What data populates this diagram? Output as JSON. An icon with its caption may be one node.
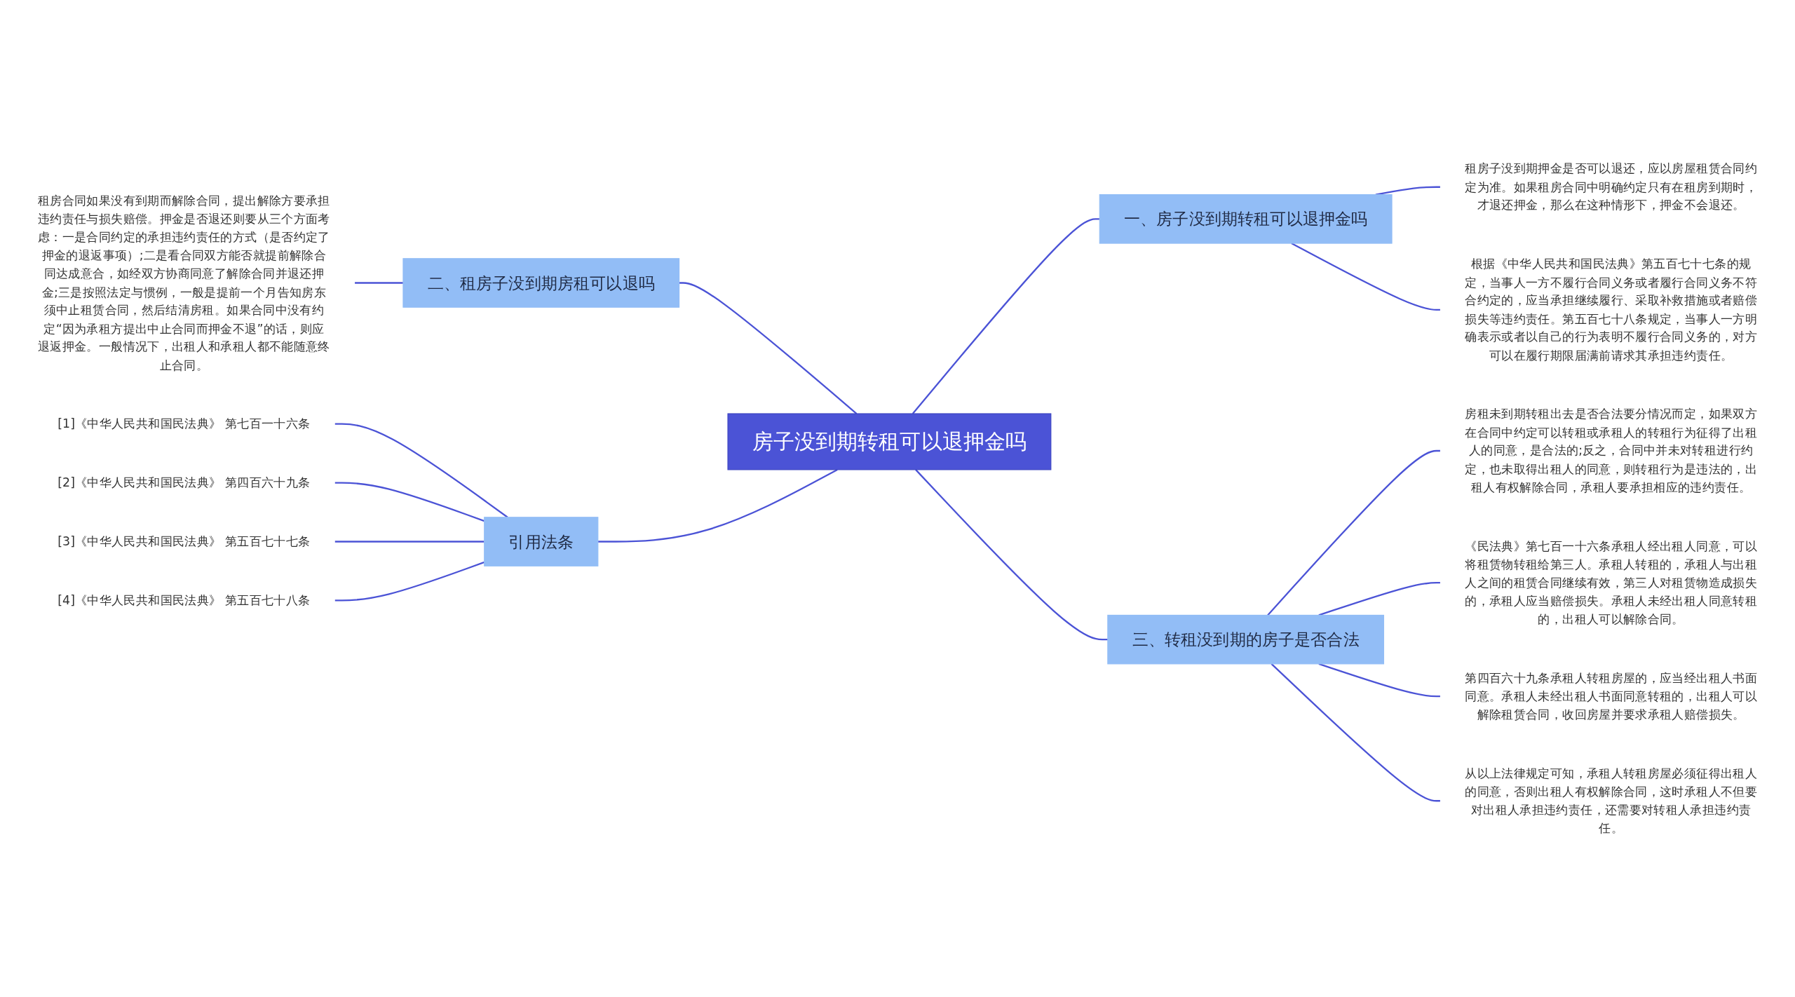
{
  "diagram": {
    "nodes": [
      {
        "text": [
          "房子没到期转租可以退押金吗"
        ]
      },
      {
        "text": [
          "一、房子没到期转租可以退押金吗"
        ]
      },
      {
        "text": [
          "租房子没到期押金是否可以退还，应以房屋租赁合同约定为准。如果租房合同中明确约定只有在租房到期时，才退还押金，那么在这种情形下，押金不会退还。"
        ]
      },
      {
        "text": [
          "根据《中华人民共和国民法典》第五百七十七条的规定，当事人一方不履行合同义务或者履行合同义务不符合约定的，应当承担继续履行、采取补救措施或者赔偿损失等违约责任。第五百七十八条规定，当事人一方明确表示或者以自己的行为表明不履行合同义务的，对方可以在履行期限届满前请求其承担违约责任。"
        ]
      },
      {
        "text": [
          "二、租房子没到期房租可以退吗"
        ]
      },
      {
        "text": [
          "租房合同如果没有到期而解除合同，提出解除方要承担违约责任与损失赔偿。押金是否退还则要从三个方面考虑：一是合同约定的承担违约责任的方式（是否约定了押金的退返事项）;二是看合同双方能否就提前解除合同达成意合，如经双方协商同意了解除合同并退还押金;三是按照法定与惯例，一般是提前一个月告知房东须中止租赁合同，然后结清房租。如果合同中没有约定“因为承租方提出中止合同而押金不退”的话，则应退返押金。一般情况下，出租人和承租人都不能随意终止合同。"
        ]
      },
      {
        "text": [
          "三、转租没到期的房子是否合法"
        ]
      },
      {
        "text": [
          "房租未到期转租出去是否合法要分情况而定，如果双方在合同中约定可以转租或承租人的转租行为征得了出租人的同意，是合法的;反之，合同中并未对转租进行约定，也未取得出租人的同意，则转租行为是违法的，出租人有权解除合同，承租人要承担相应的违约责任。"
        ]
      },
      {
        "text": [
          "《民法典》第七百一十六条承租人经出租人同意，可以将租赁物转租给第三人。承租人转租的，承租人与出租人之间的租赁合同继续有效，第三人对租赁物造成损失的，承租人应当赔偿损失。承租人未经出租人同意转租的，出租人可以解除合同。"
        ]
      },
      {
        "text": [
          "第四百六十九条承租人转租房屋的，应当经出租人书面同意。承租人未经出租人书面同意转租的，出租人可以解除租赁合同，收回房屋并要求承租人赔偿损失。"
        ]
      },
      {
        "text": [
          "从以上法律规定可知，承租人转租房屋必须征得出租人的同意，否则出租人有权解除合同，这时承租人不但要对出租人承担违约责任，还需要对转租人承担违约责任。"
        ]
      },
      {
        "text": [
          "引用法条"
        ]
      },
      {
        "text": [
          "[1]《中华人民共和国民法典》 第七百一十六条"
        ]
      },
      {
        "text": [
          "[2]《中华人民共和国民法典》 第四百六十九条"
        ]
      },
      {
        "text": [
          "[3]《中华人民共和国民法典》 第五百七十七条"
        ]
      },
      {
        "text": [
          "[4]《中华人民共和国民法典》 第五百七十八条"
        ]
      }
    ],
    "edges": [
      {
        "from": 0,
        "to": 1,
        "arrow": "none"
      },
      {
        "from": 1,
        "to": 2,
        "arrow": "none"
      },
      {
        "from": 1,
        "to": 3,
        "arrow": "none"
      },
      {
        "from": 4,
        "to": 0,
        "arrow": "none"
      },
      {
        "from": 5,
        "to": 4,
        "arrow": "none"
      },
      {
        "from": 0,
        "to": 6,
        "arrow": "none"
      },
      {
        "from": 6,
        "to": 7,
        "arrow": "none"
      },
      {
        "from": 6,
        "to": 8,
        "arrow": "none"
      },
      {
        "from": 6,
        "to": 9,
        "arrow": "none"
      },
      {
        "from": 6,
        "to": 10,
        "arrow": "none"
      },
      {
        "from": 11,
        "to": 0,
        "arrow": "none"
      },
      {
        "from": 12,
        "to": 11,
        "arrow": "none"
      },
      {
        "from": 13,
        "to": 11,
        "arrow": "none"
      },
      {
        "from": 14,
        "to": 11,
        "arrow": "none"
      },
      {
        "from": 15,
        "to": 11,
        "arrow": "none"
      }
    ]
  }
}
